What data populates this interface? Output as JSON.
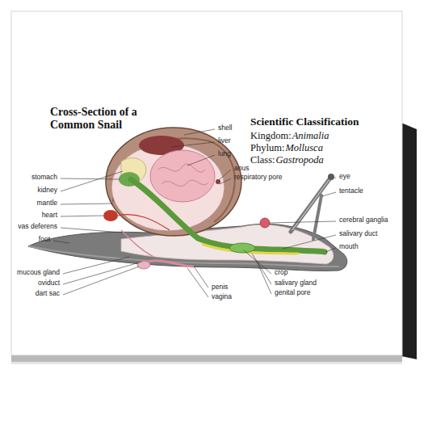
{
  "diagram": {
    "title": "Cross-Section of a Common Snail",
    "labels": [
      "Scientific Classification",
      "Kingdom:",
      "Animalia",
      "Phylum:",
      "Mollusca",
      "Class:",
      "Gastropoda",
      "shell",
      "liver",
      "lung",
      "anus",
      "respiratory pore",
      "eye",
      "tentacle",
      "cerebral ganglia",
      "salivary duct",
      "mouth",
      "genital pore",
      "salivary gland",
      "crop",
      "vagina",
      "penis",
      "dart sac",
      "oviduct",
      "mucous gland",
      "foot",
      "vas deferens",
      "heart",
      "mantle",
      "kidney",
      "stomach"
    ]
  }
}
